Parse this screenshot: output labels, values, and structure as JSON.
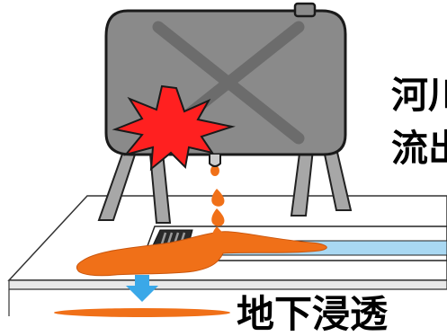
{
  "labels": {
    "river_line1": "河川",
    "river_line2": "流出",
    "underground": "地下浸透"
  },
  "colors": {
    "tank_fill": "#8a8a8a",
    "burst": "#ff2020",
    "oil": "#f07018",
    "arrow": "#3aa8e8",
    "drain_water": "#a9d8f2"
  },
  "icons": {
    "tank": "oil-tank-icon",
    "burst": "explosion-burst-icon",
    "arrow": "down-arrow-icon"
  }
}
